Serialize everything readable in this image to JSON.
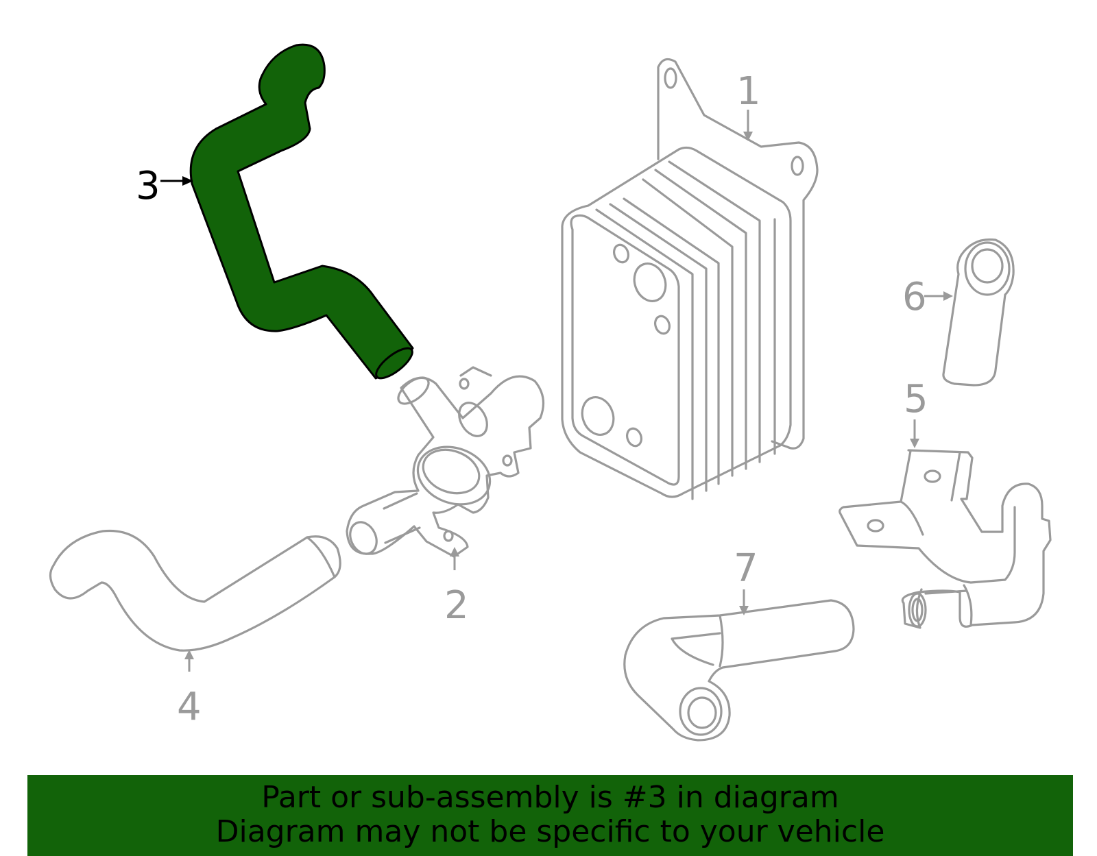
{
  "diagram": {
    "callouts": [
      "1",
      "2",
      "3",
      "4",
      "5",
      "6",
      "7"
    ],
    "highlighted_part": "3",
    "highlight_color": "#126309",
    "line_color": "#9a9a9a"
  },
  "banner": {
    "line1": "Part or sub-assembly is #3 in diagram",
    "line2": "Diagram may not be specific to your vehicle",
    "color": "#126309"
  }
}
